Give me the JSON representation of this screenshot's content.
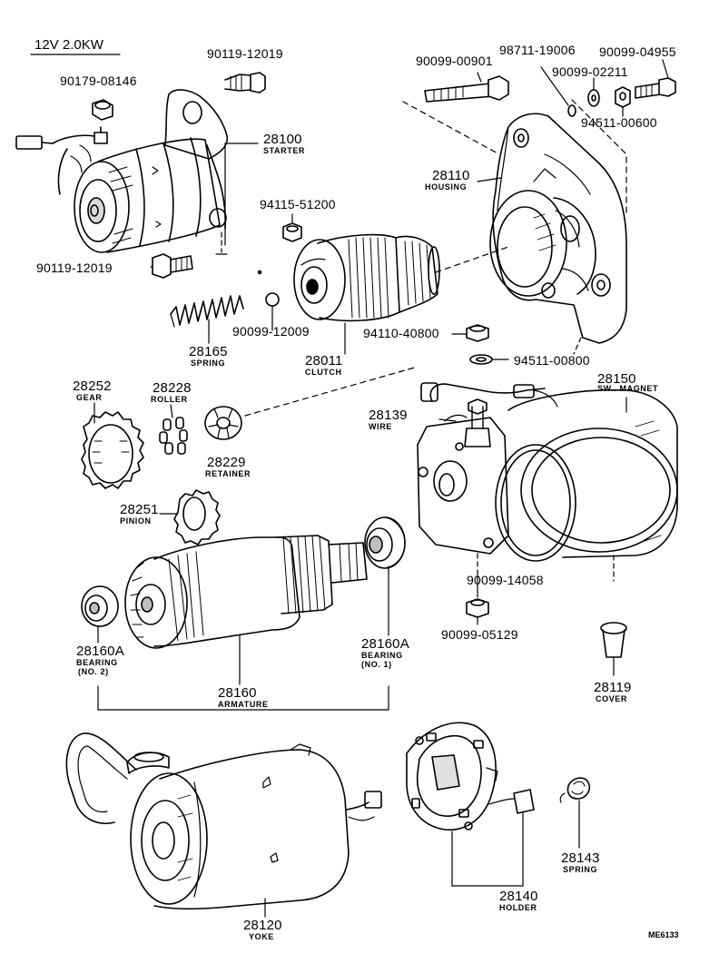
{
  "header": {
    "spec": "12V 2.0KW"
  },
  "footer": {
    "code": "ME6133"
  },
  "parts": {
    "bolt_top": "90119-12019",
    "nut_top": "90179-08146",
    "starter_no": "28100",
    "starter_name": "STARTER",
    "bolt_left": "90119-12019",
    "nut_clutch": "94115-51200",
    "bolt_housing": "90099-00901",
    "item_98711": "98711-19006",
    "item_04955": "90099-04955",
    "washer_02211": "90099-02211",
    "washer_00600": "94511-00600",
    "housing_no": "28110",
    "housing_name": "HOUSING",
    "ball_12009": "90099-12009",
    "spring_no": "28165",
    "spring_name": "SPRING",
    "clutch_no": "28011",
    "clutch_name": "CLUTCH",
    "nut_40800": "94110-40800",
    "washer_00800": "94511-00800",
    "gear_no": "28252",
    "gear_name": "GEAR",
    "roller_no": "28228",
    "roller_name": "ROLLER",
    "retainer_no": "28229",
    "retainer_name": "RETAINER",
    "swmagnet_no": "28150",
    "swmagnet_name": "SW.. MAGNET",
    "wire_no": "28139",
    "wire_name": "WIRE",
    "pinion_no": "28251",
    "pinion_name": "PINION",
    "oring_14058": "90099-14058",
    "nut_05129": "90099-05129",
    "bearing1_no": "28160A",
    "bearing1_name": "BEARING",
    "bearing1_sub": "(NO. 1)",
    "bearing2_no": "28160A",
    "bearing2_name": "BEARING",
    "bearing2_sub": "(NO. 2)",
    "armature_no": "28160",
    "armature_name": "ARMATURE",
    "cover_no": "28119",
    "cover_name": "COVER",
    "spring2_no": "28143",
    "spring2_name": "SPRING",
    "holder_no": "28140",
    "holder_name": "HOLDER",
    "yoke_no": "28120",
    "yoke_name": "YOKE"
  }
}
